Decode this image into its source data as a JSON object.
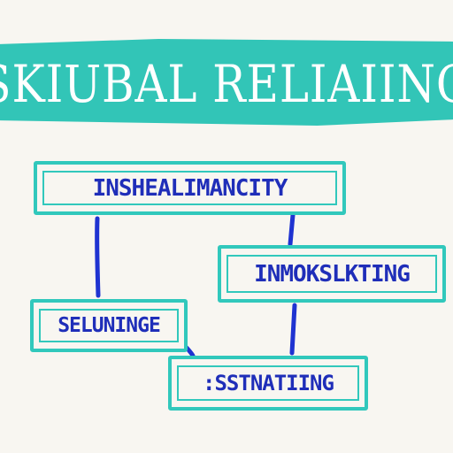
{
  "header": {
    "title": "SKIUBAL RELIAIING"
  },
  "diagram": {
    "nodes": [
      {
        "id": "node-1",
        "label": "INSHEALIMANCITY"
      },
      {
        "id": "node-2",
        "label": "INMOKSLKTING"
      },
      {
        "id": "node-3",
        "label": "SELUNINGE"
      },
      {
        "id": "node-4",
        "label": ":SSTNATIING"
      }
    ]
  },
  "colors": {
    "background": "#f8f6f1",
    "accent": "#32c5b7",
    "text": "#1f2eb9"
  }
}
